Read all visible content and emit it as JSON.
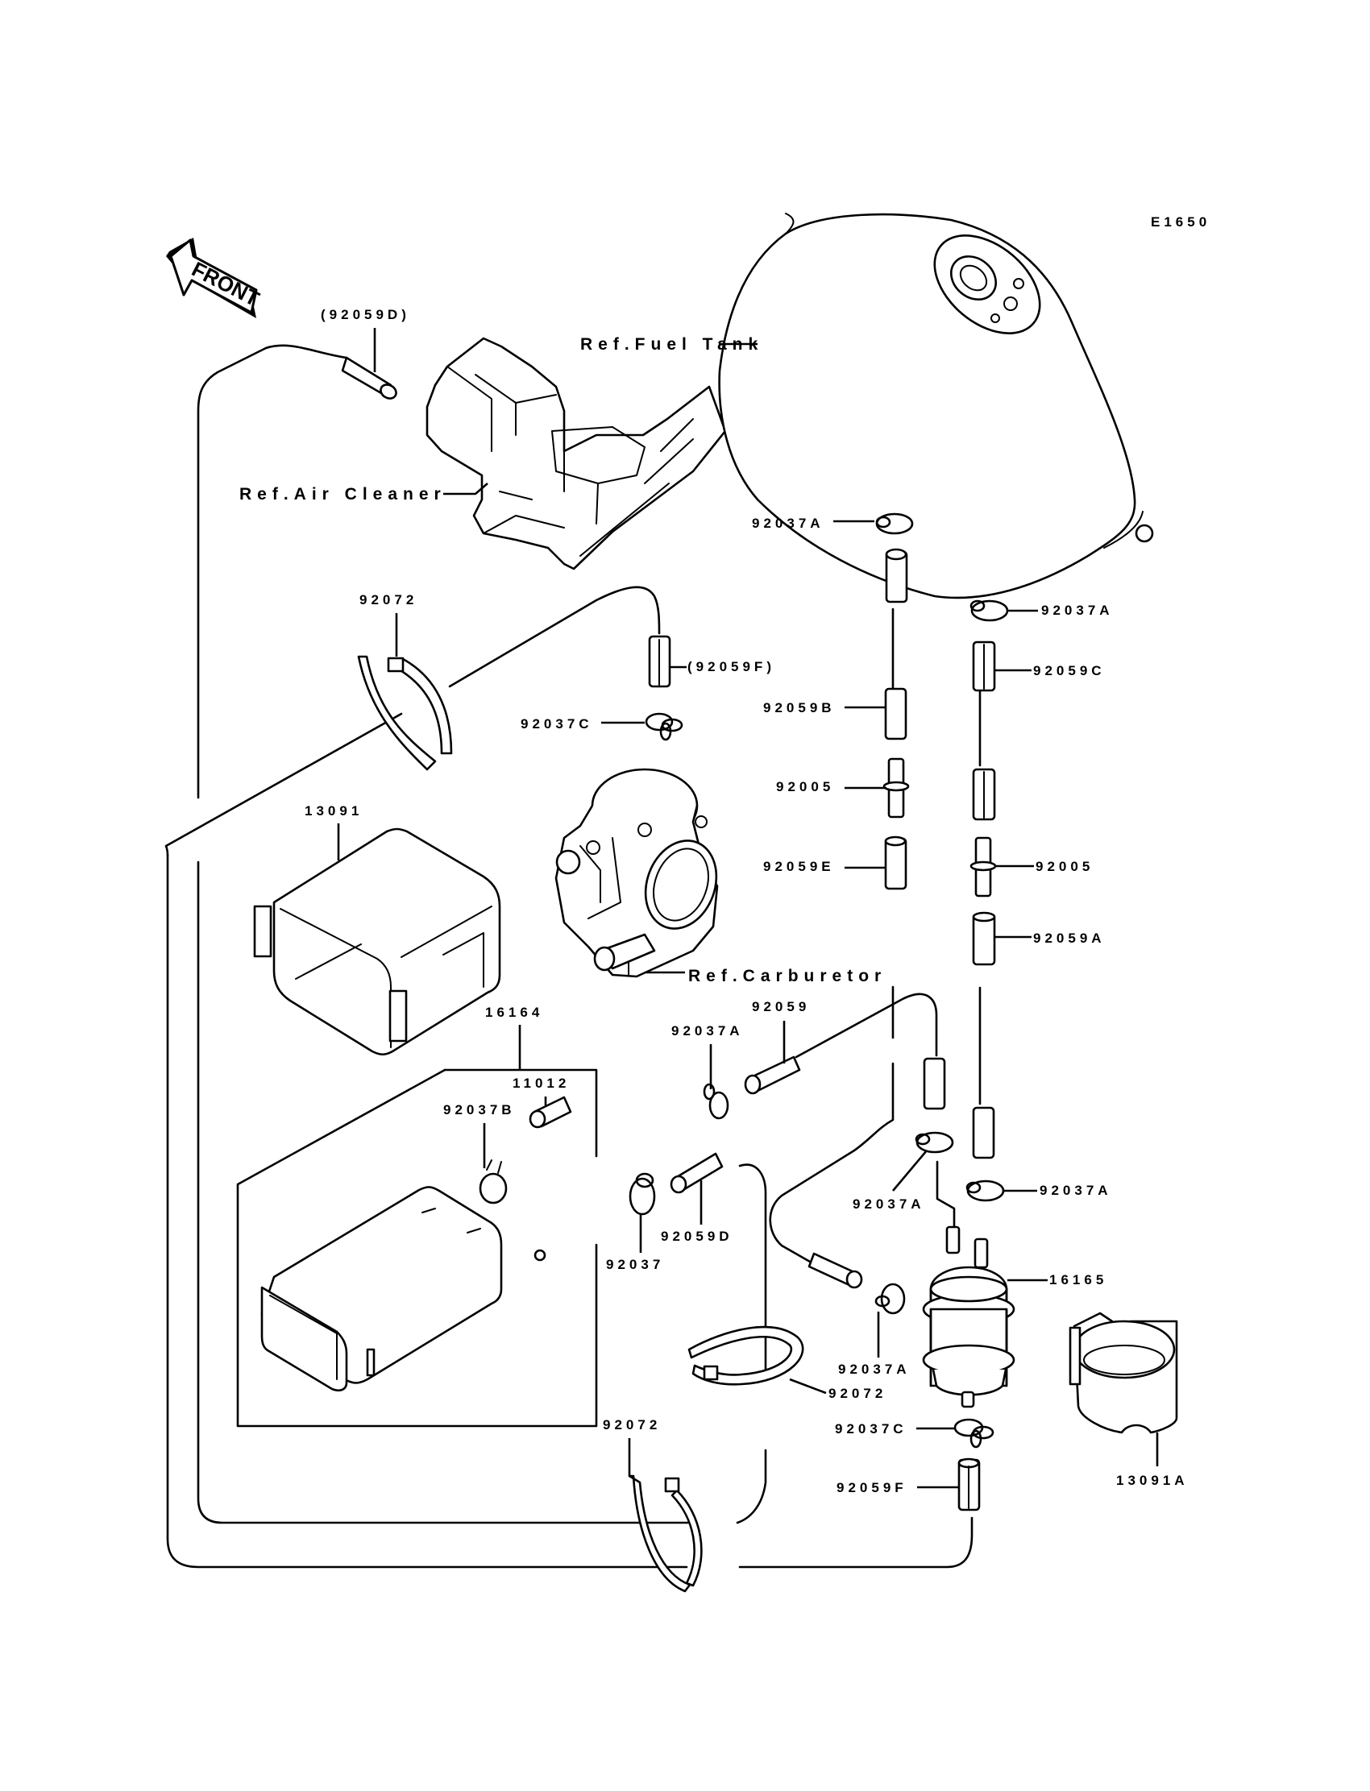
{
  "diagram": {
    "code": "E1650",
    "front_label": "FRONT",
    "colors": {
      "line": "#000000",
      "background": "#ffffff"
    },
    "references": {
      "air_cleaner": "Ref.Air Cleaner",
      "fuel_tank": "Ref.Fuel Tank",
      "carburetor": "Ref.Carburetor"
    },
    "callouts": [
      {
        "id": "c01",
        "label": "(92059D)"
      },
      {
        "id": "c02",
        "label": "92037A"
      },
      {
        "id": "c03",
        "label": "92037A"
      },
      {
        "id": "c04",
        "label": "92072"
      },
      {
        "id": "c05",
        "label": "(92059F)"
      },
      {
        "id": "c06",
        "label": "92059C"
      },
      {
        "id": "c07",
        "label": "92037C"
      },
      {
        "id": "c08",
        "label": "92059B"
      },
      {
        "id": "c09",
        "label": "92005"
      },
      {
        "id": "c10",
        "label": "13091"
      },
      {
        "id": "c11",
        "label": "92059E"
      },
      {
        "id": "c12",
        "label": "92005"
      },
      {
        "id": "c13",
        "label": "92059A"
      },
      {
        "id": "c14",
        "label": "16164"
      },
      {
        "id": "c15",
        "label": "92059"
      },
      {
        "id": "c16",
        "label": "92037A"
      },
      {
        "id": "c17",
        "label": "11012"
      },
      {
        "id": "c18",
        "label": "92037B"
      },
      {
        "id": "c19",
        "label": "92037A"
      },
      {
        "id": "c20",
        "label": "92037A"
      },
      {
        "id": "c21",
        "label": "92059D"
      },
      {
        "id": "c22",
        "label": "92037"
      },
      {
        "id": "c23",
        "label": "16165"
      },
      {
        "id": "c24",
        "label": "92037A"
      },
      {
        "id": "c25",
        "label": "92072"
      },
      {
        "id": "c26",
        "label": "92072"
      },
      {
        "id": "c27",
        "label": "92037C"
      },
      {
        "id": "c28",
        "label": "92059F"
      },
      {
        "id": "c29",
        "label": "13091A"
      }
    ]
  }
}
